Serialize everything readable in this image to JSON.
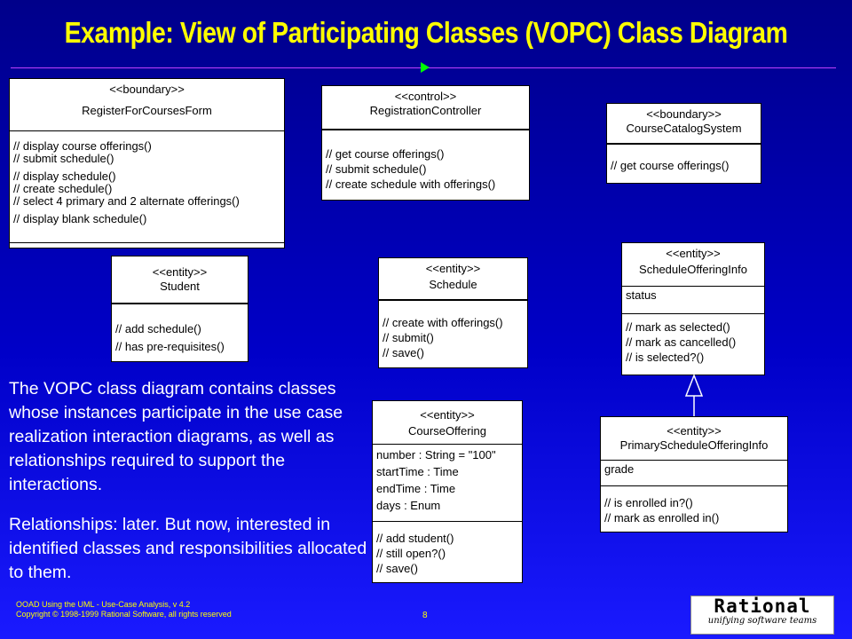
{
  "title": "Example: View of Participating Classes (VOPC) Class Diagram",
  "classes": {
    "rfcf": {
      "stereotype": "<<boundary>>",
      "name": "RegisterForCoursesForm",
      "ops": [
        "// display course offerings()",
        "// submit schedule()",
        "// display schedule()",
        "// create schedule()",
        "// select 4 primary and 2 alternate offerings()",
        "// display blank schedule()"
      ]
    },
    "rc": {
      "stereotype": "<<control>>",
      "name": "RegistrationController",
      "ops": [
        "// get course offerings()",
        "// submit schedule()",
        "// create schedule with offerings()"
      ]
    },
    "ccs": {
      "stereotype": "<<boundary>>",
      "name": "CourseCatalogSystem",
      "ops": [
        "// get course offerings()"
      ]
    },
    "student": {
      "stereotype": "<<entity>>",
      "name": "Student",
      "ops": [
        "// add schedule()",
        "// has pre-requisites()"
      ]
    },
    "schedule": {
      "stereotype": "<<entity>>",
      "name": "Schedule",
      "ops": [
        "// create with offerings()",
        "// submit()",
        "// save()"
      ]
    },
    "soi": {
      "stereotype": "<<entity>>",
      "name": "ScheduleOfferingInfo",
      "attrs": [
        "status"
      ],
      "ops": [
        "// mark as selected()",
        "// mark as cancelled()",
        "// is selected?()"
      ]
    },
    "co": {
      "stereotype": "<<entity>>",
      "name": "CourseOffering",
      "attrs": [
        "number : String = \"100\"",
        "startTime : Time",
        "endTime : Time",
        "days : Enum"
      ],
      "ops": [
        "// add student()",
        "// still open?()",
        "// save()"
      ]
    },
    "psoi": {
      "stereotype": "<<entity>>",
      "name": "PrimaryScheduleOfferingInfo",
      "attrs": [
        "grade"
      ],
      "ops": [
        "// is enrolled in?()",
        "// mark as enrolled in()"
      ]
    }
  },
  "body": {
    "p1": "The VOPC class diagram contains classes whose instances participate in the use case realization interaction diagrams, as well as relationships required to support the interactions.",
    "p2": "Relationships:  later.  But now, interested in identified classes and responsibilities allocated to them."
  },
  "footer": {
    "line1": "OOAD Using the UML - Use-Case Analysis, v 4.2",
    "line2": "Copyright © 1998-1999 Rational Software, all rights reserved",
    "page": "8"
  },
  "logo": {
    "name": "Rational",
    "tagline": "unifying software teams"
  },
  "colors": {
    "title": "#ffff00",
    "rule": "#c040ff",
    "arrow": "#00ff00",
    "background": "#0000c8"
  }
}
